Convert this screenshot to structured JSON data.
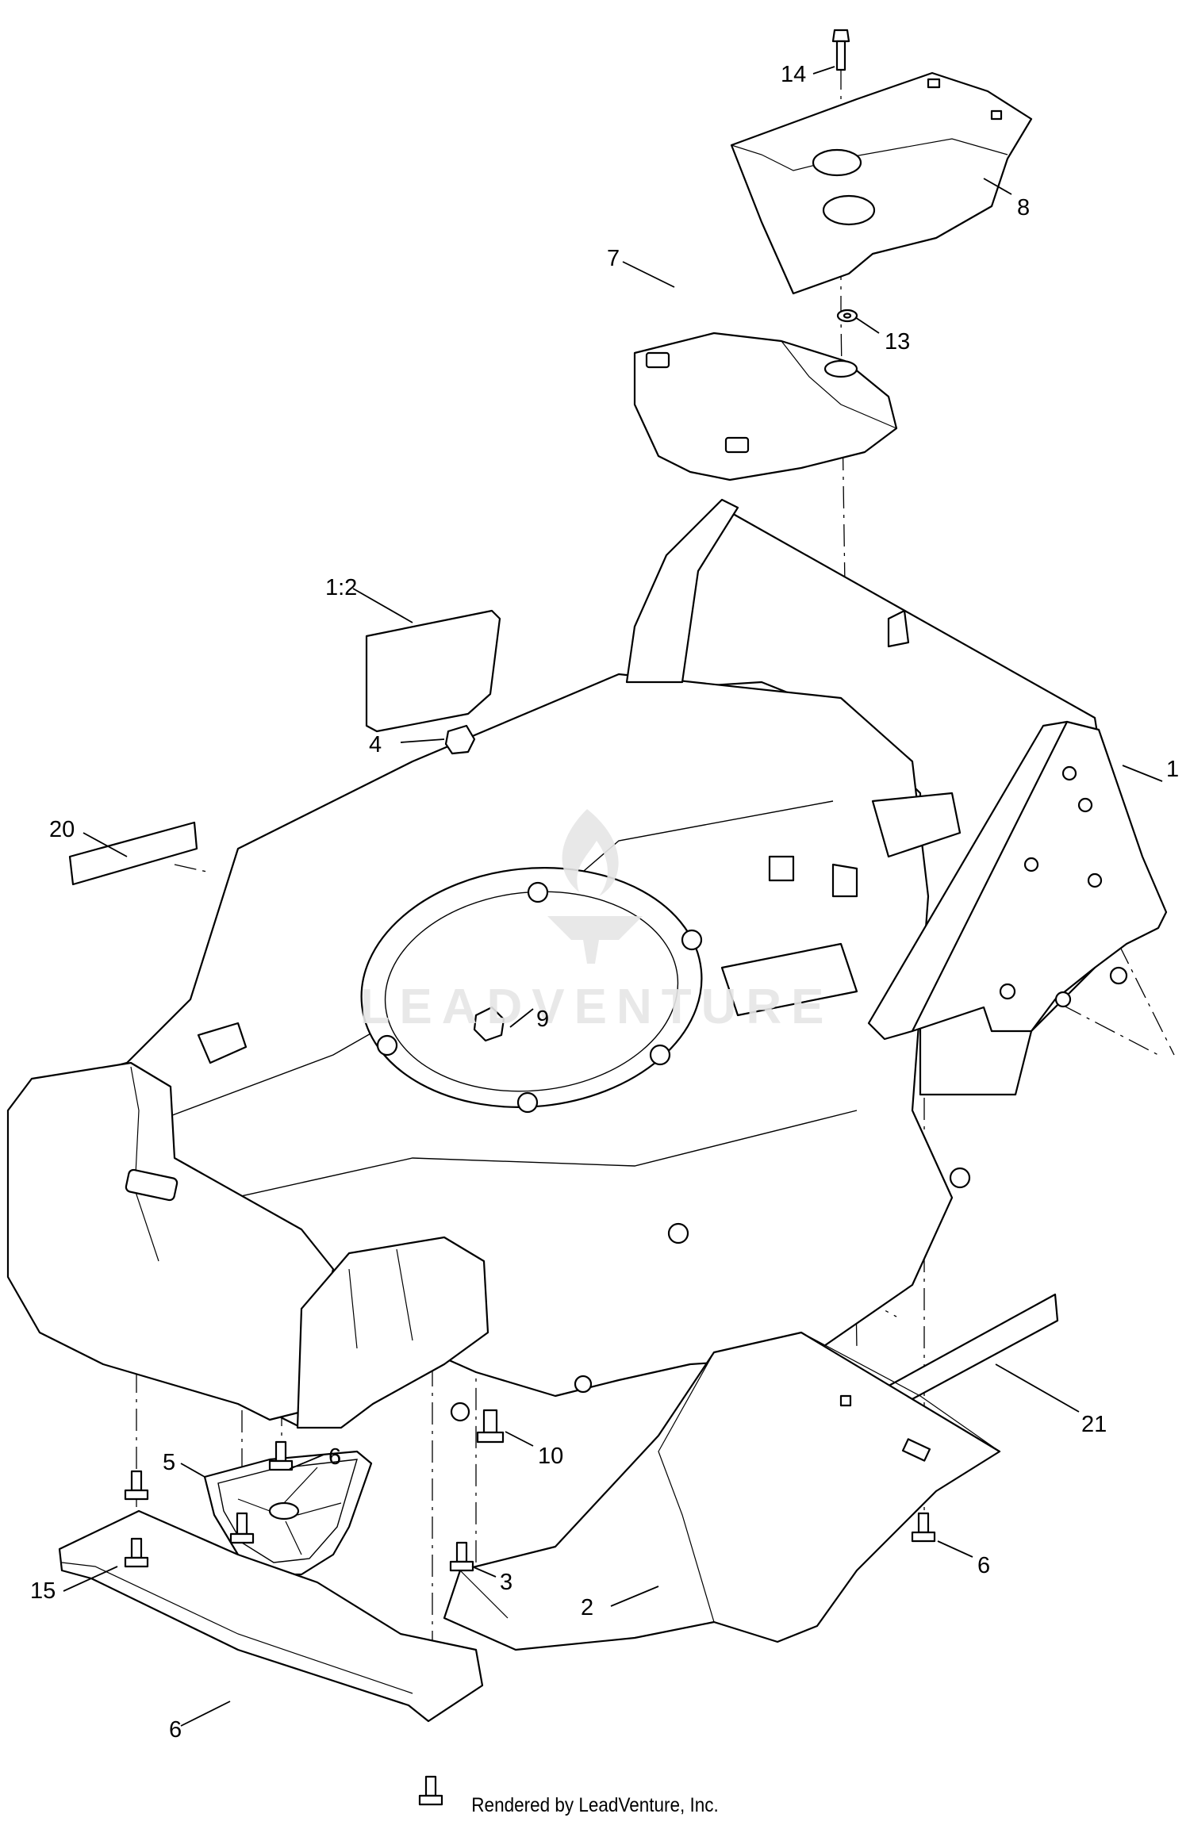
{
  "callouts": {
    "c14": "14",
    "c8": "8",
    "c7": "7",
    "c13": "13",
    "c1_2": "1:2",
    "c4": "4",
    "c1": "1",
    "c20": "20",
    "c9": "9",
    "c10": "10",
    "c21": "21",
    "c5": "5",
    "c6a": "6",
    "c6b": "6",
    "c6c": "6",
    "c15": "15",
    "c3": "3",
    "c2": "2"
  },
  "watermark": {
    "text": "LEADVENTURE"
  },
  "footer": {
    "text": "Rendered by LeadVenture, Inc."
  },
  "colors": {
    "line": "#000000",
    "background": "#ffffff",
    "watermark": "#e6e6e6"
  }
}
